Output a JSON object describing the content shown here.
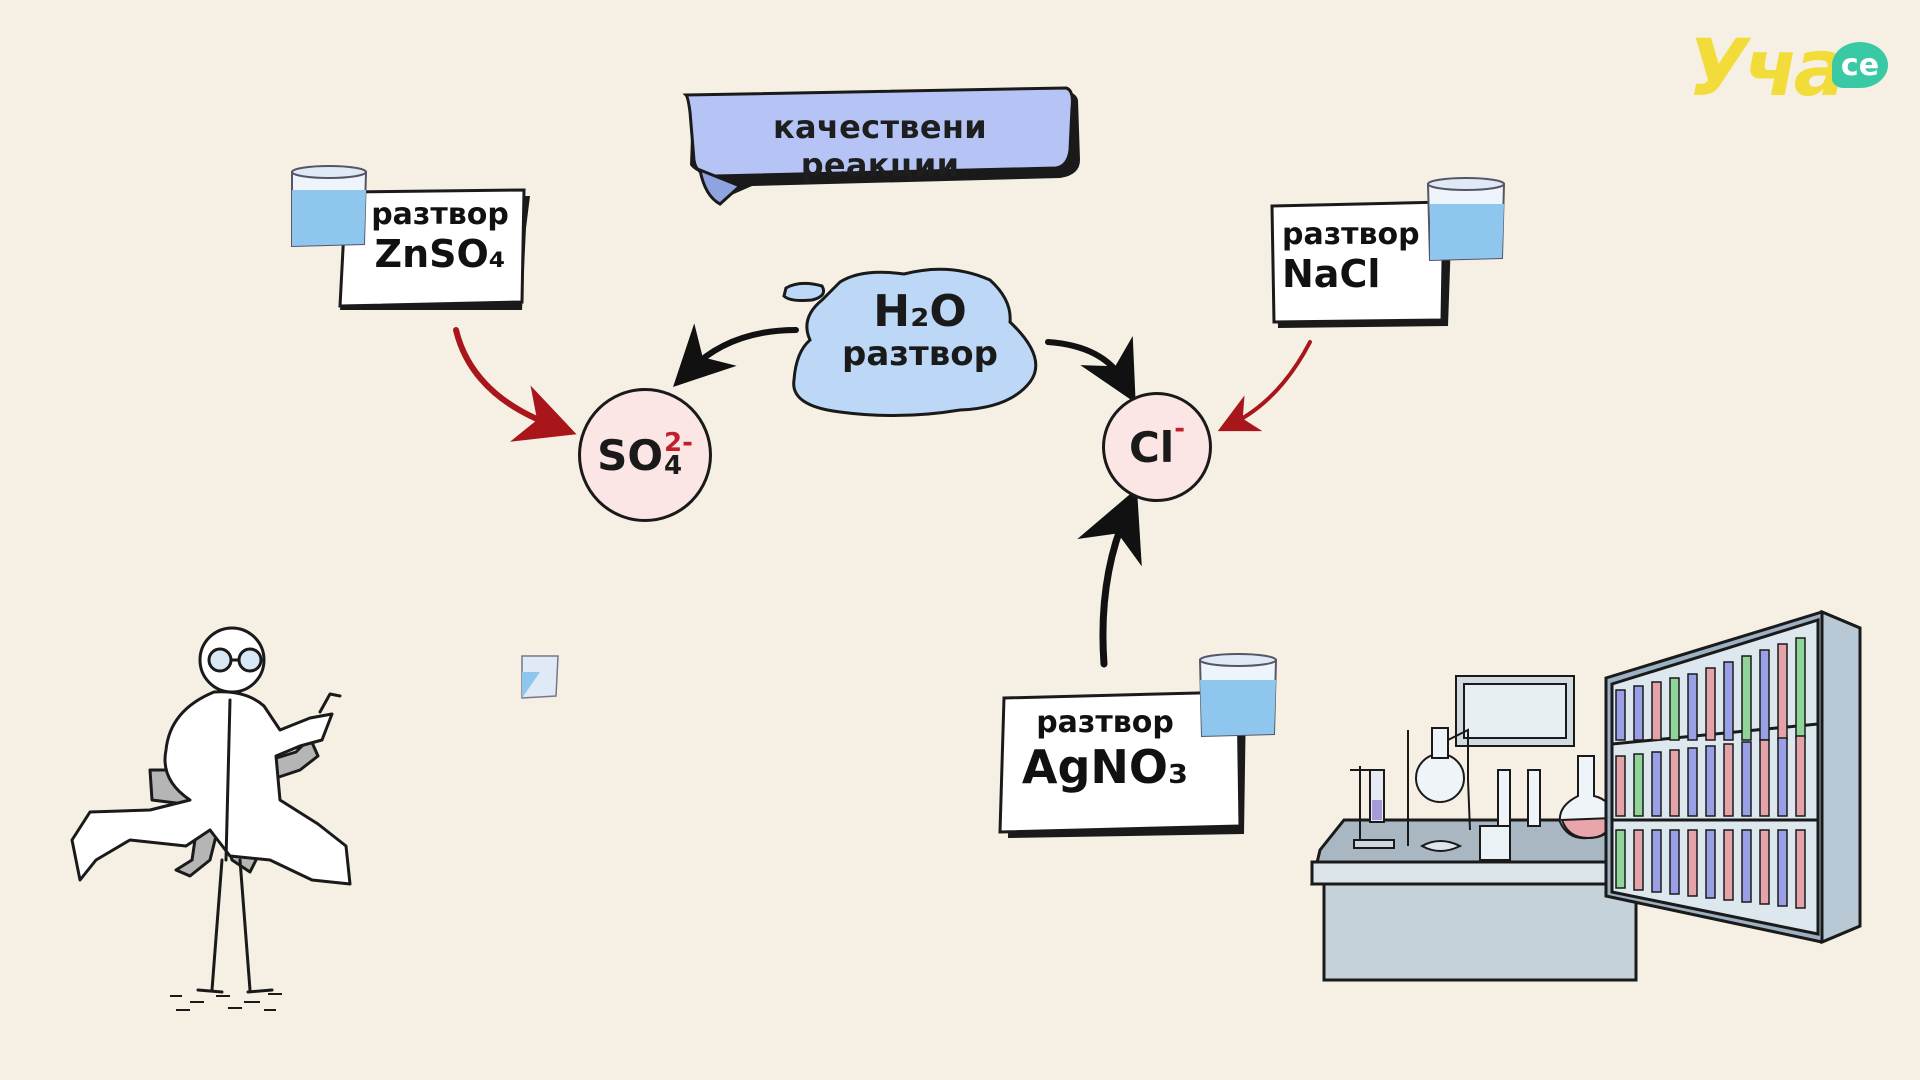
{
  "logo": {
    "main": "Уча",
    "badge": "ce"
  },
  "banner": {
    "title": "качествени реакции"
  },
  "cloud": {
    "formula": "H₂O",
    "label": "разтвор"
  },
  "cards": {
    "znso4": {
      "top": "разтвор",
      "formula": "ZnSO₄"
    },
    "nacl": {
      "top": "разтвор",
      "formula": "NaCl"
    },
    "agno3": {
      "top": "разтвор",
      "formula": "AgNO₃"
    }
  },
  "ions": {
    "sulfate": {
      "base": "SO",
      "sub": "4",
      "charge": "2-"
    },
    "chloride": {
      "base": "Cl",
      "charge": "-"
    }
  },
  "colors": {
    "background": "#f5f0e3",
    "banner": "#b5c4f5",
    "cloud": "#bcd8f6",
    "ion_fill": "#fbe5e5",
    "red_arrow": "#a8161c",
    "charge": "#c0202a",
    "logo_yellow": "#f2dc3a",
    "logo_teal": "#39c9a5"
  }
}
